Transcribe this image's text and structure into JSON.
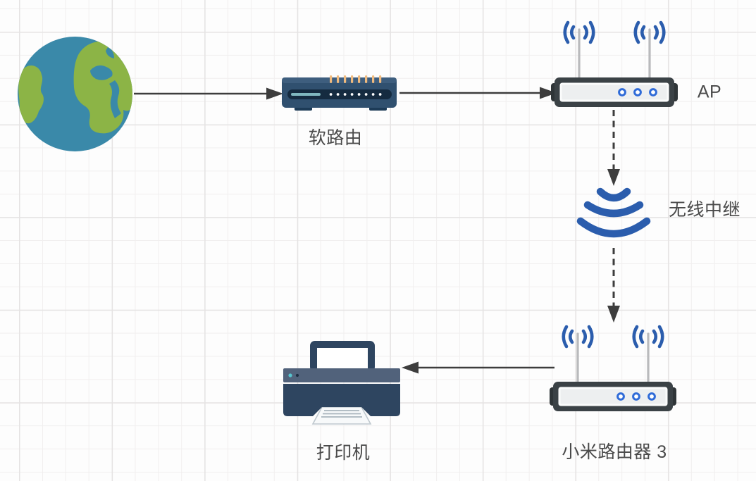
{
  "nodes": {
    "internet": {
      "type": "globe",
      "label": ""
    },
    "soft_router": {
      "type": "rack-router",
      "label": "软路由"
    },
    "ap": {
      "type": "wireless-router",
      "label": "AP"
    },
    "wireless_relay": {
      "type": "wifi-signal",
      "label": "无线中继"
    },
    "xiaomi_router": {
      "type": "wireless-router",
      "label": "小米路由器 3"
    },
    "printer": {
      "type": "printer",
      "label": "打印机"
    }
  },
  "connections": [
    {
      "from": "internet",
      "to": "soft_router",
      "style": "solid-arrow"
    },
    {
      "from": "soft_router",
      "to": "ap",
      "style": "solid-arrow"
    },
    {
      "from": "ap",
      "to": "wireless_relay",
      "style": "dashed-arrow"
    },
    {
      "from": "wireless_relay",
      "to": "xiaomi_router",
      "style": "dashed-arrow"
    },
    {
      "from": "xiaomi_router",
      "to": "printer",
      "style": "solid-arrow"
    }
  ],
  "colors": {
    "canvas_background": "#fdfdfd",
    "grid_major": "#e5e3e3",
    "grid_minor": "#f1efef",
    "label_text": "#4a4a4a",
    "arrow": "#3d3d3d",
    "wifi_blue": "#2b5dad",
    "led_ring_blue": "#2f6bd8",
    "globe_ocean": "#3a89a9",
    "globe_land": "#8cb446",
    "soft_router_body": "#30506f",
    "soft_router_panel": "#152b40",
    "soft_router_teal_bar": "#7fb7bf",
    "soft_router_ticks": "#f0ba7d",
    "router_frame": "#3b4246",
    "router_panel": "#edeff0",
    "printer_body": "#2e4560",
    "printer_strip": "#51627b",
    "printer_led_teal": "#57c6d0"
  }
}
